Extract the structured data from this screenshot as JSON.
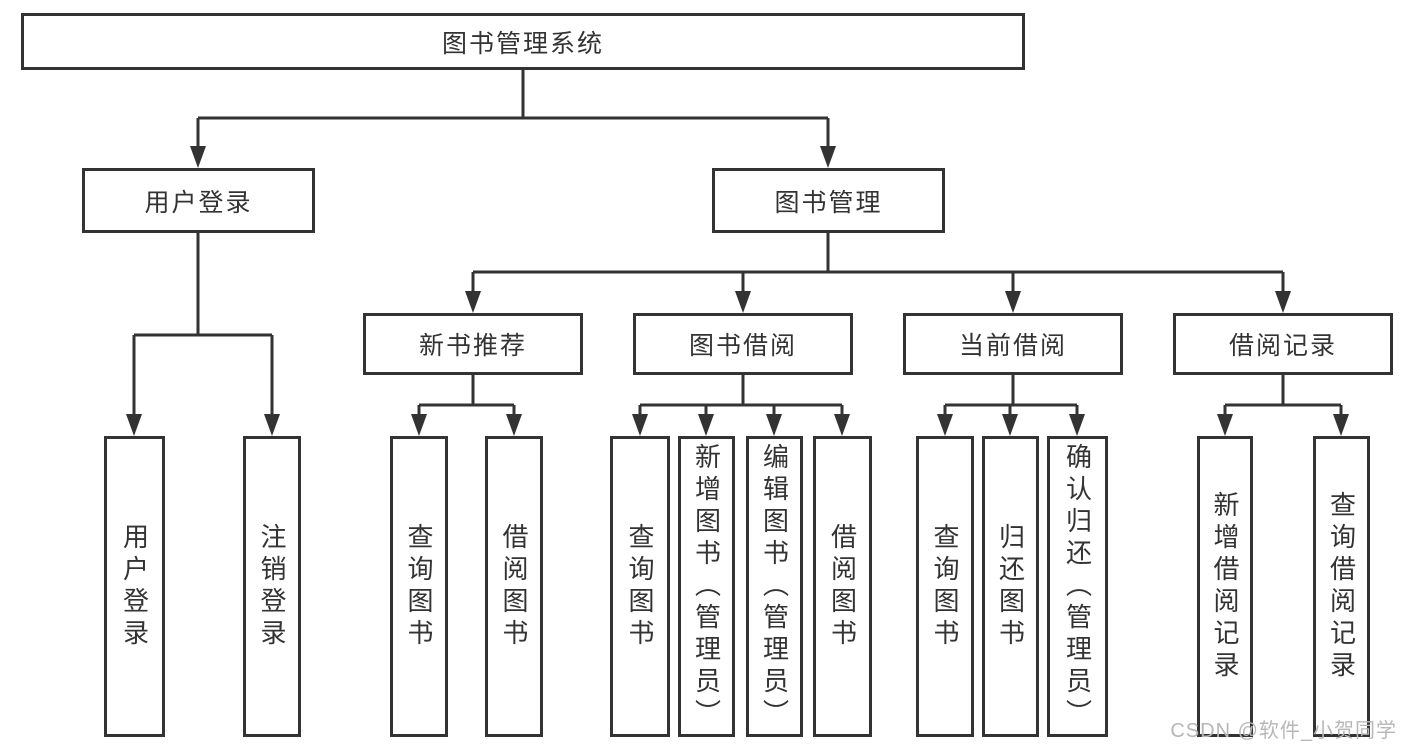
{
  "diagram": {
    "root": "图书管理系统",
    "branches": [
      {
        "label": "用户登录",
        "children": [
          {
            "label": "用户登录"
          },
          {
            "label": "注销登录"
          }
        ]
      },
      {
        "label": "图书管理",
        "sections": [
          {
            "label": "新书推荐",
            "children": [
              {
                "label": "查询图书"
              },
              {
                "label": "借阅图书"
              }
            ]
          },
          {
            "label": "图书借阅",
            "children": [
              {
                "label": "查询图书"
              },
              {
                "label": "新增图书（管理员）"
              },
              {
                "label": "编辑图书（管理员）"
              },
              {
                "label": "借阅图书"
              }
            ]
          },
          {
            "label": "当前借阅",
            "children": [
              {
                "label": "查询图书"
              },
              {
                "label": "归还图书"
              },
              {
                "label": "确认归还（管理员）"
              }
            ]
          },
          {
            "label": "借阅记录",
            "children": [
              {
                "label": "新增借阅记录"
              },
              {
                "label": "查询借阅记录"
              }
            ]
          }
        ]
      }
    ]
  },
  "watermark": "CSDN @软件_小贺同学",
  "colors": {
    "line": "#333333",
    "text": "#333333",
    "background": "#ffffff",
    "watermark": "#b7b7b7"
  }
}
